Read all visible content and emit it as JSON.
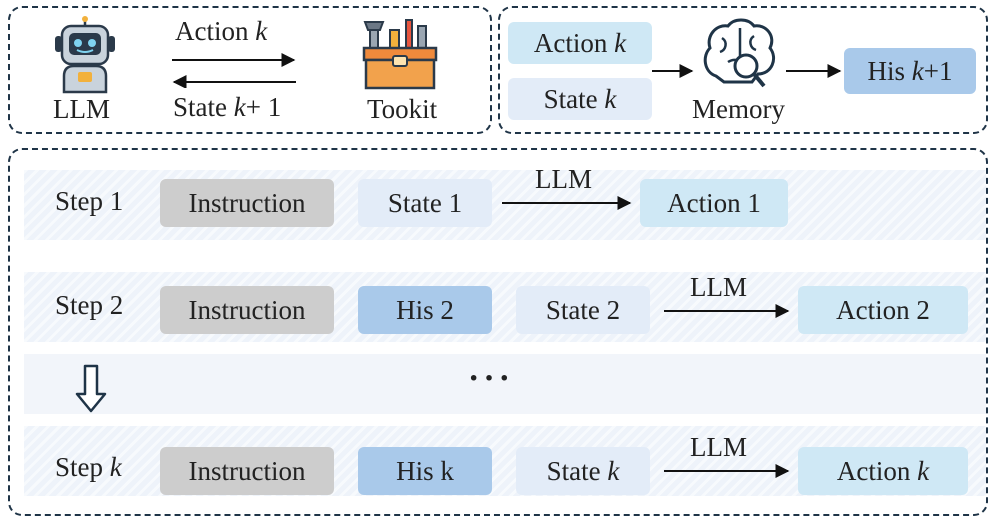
{
  "toolkit_panel": {
    "llm_label": "LLM",
    "toolkit_label": "Tookit",
    "action_prefix": "Action ",
    "action_var": "k",
    "state_prefix": "State ",
    "state_var": "k",
    "state_suffix": "+ 1"
  },
  "memory_panel": {
    "action_prefix": "Action ",
    "action_var": "k",
    "state_prefix": "State ",
    "state_var": "k",
    "memory_label": "Memory",
    "his_prefix": "His ",
    "his_var": "k",
    "his_suffix": "+1"
  },
  "steps": {
    "step1": {
      "label": "Step 1",
      "instruction": "Instruction",
      "state": "State 1",
      "llm": "LLM",
      "action": "Action 1"
    },
    "step2": {
      "label": "Step 2",
      "instruction": "Instruction",
      "his": "His 2",
      "state": "State 2",
      "llm": "LLM",
      "action": "Action 2"
    },
    "ellipsis": "···",
    "stepk": {
      "label_prefix": "Step ",
      "label_var": "k",
      "instruction": "Instruction",
      "his": "His k",
      "state_prefix": "State ",
      "state_var": "k",
      "llm": "LLM",
      "action_prefix": "Action ",
      "action_var": "k"
    }
  }
}
